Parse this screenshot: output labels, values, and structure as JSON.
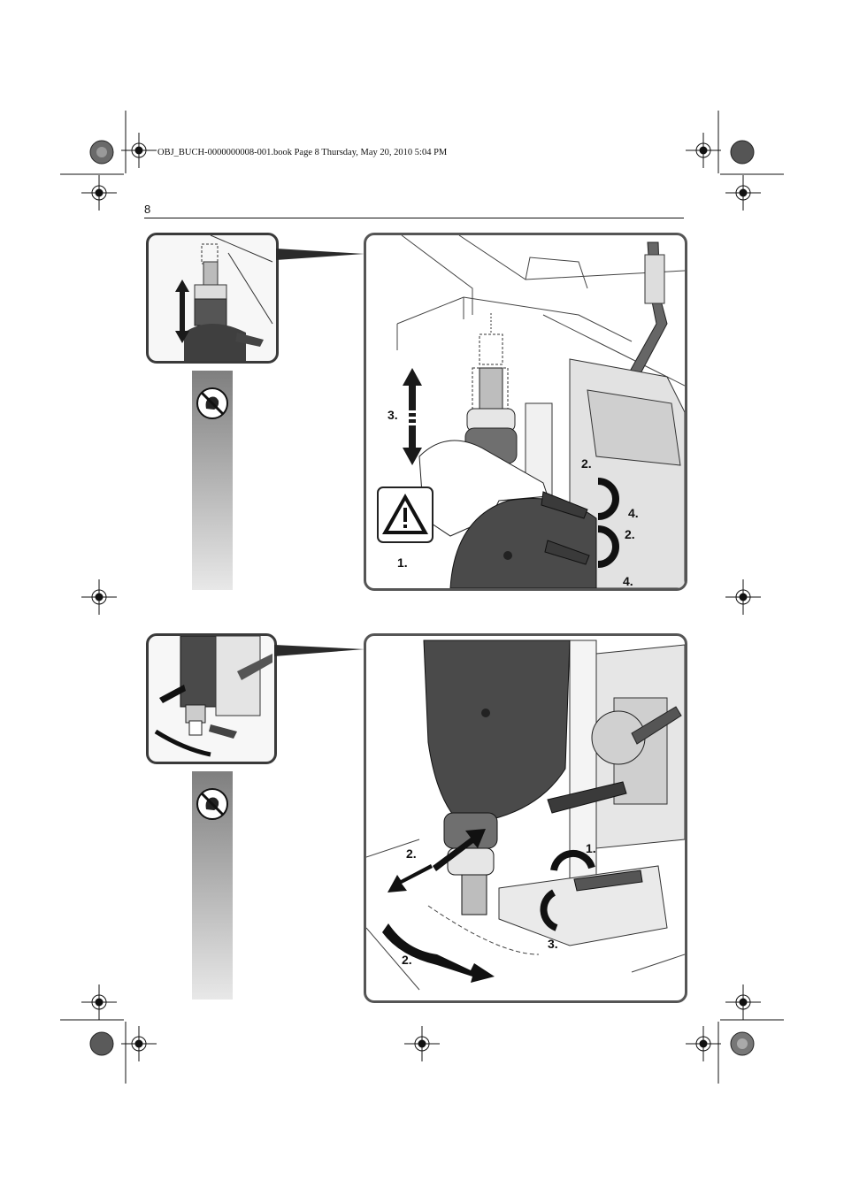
{
  "header": {
    "slug": "OBJ_BUCH-0000000008-001.book  Page 8  Thursday, May 20, 2010  5:04 PM",
    "page_number": "8"
  },
  "figure_top": {
    "steps": {
      "s1": "1.",
      "s2a": "2.",
      "s2b": "2.",
      "s3": "3.",
      "s4a": "4.",
      "s4b": "4."
    },
    "icons": [
      "warning-triangle-icon",
      "no-gloves-icon",
      "up-down-arrow-icon",
      "rotate-arrow-icon"
    ]
  },
  "figure_bottom": {
    "steps": {
      "s1": "1.",
      "s2a": "2.",
      "s2b": "2.",
      "s3": "3."
    },
    "icons": [
      "no-gloves-icon",
      "push-pull-arrow-icon",
      "swing-arrow-icon",
      "rotate-arrow-icon"
    ]
  },
  "colors": {
    "frame": "#555555",
    "tool_body": "#4a4a4a",
    "gradient_top": "#7f7f7f",
    "gradient_bottom": "#e8e8e8"
  }
}
